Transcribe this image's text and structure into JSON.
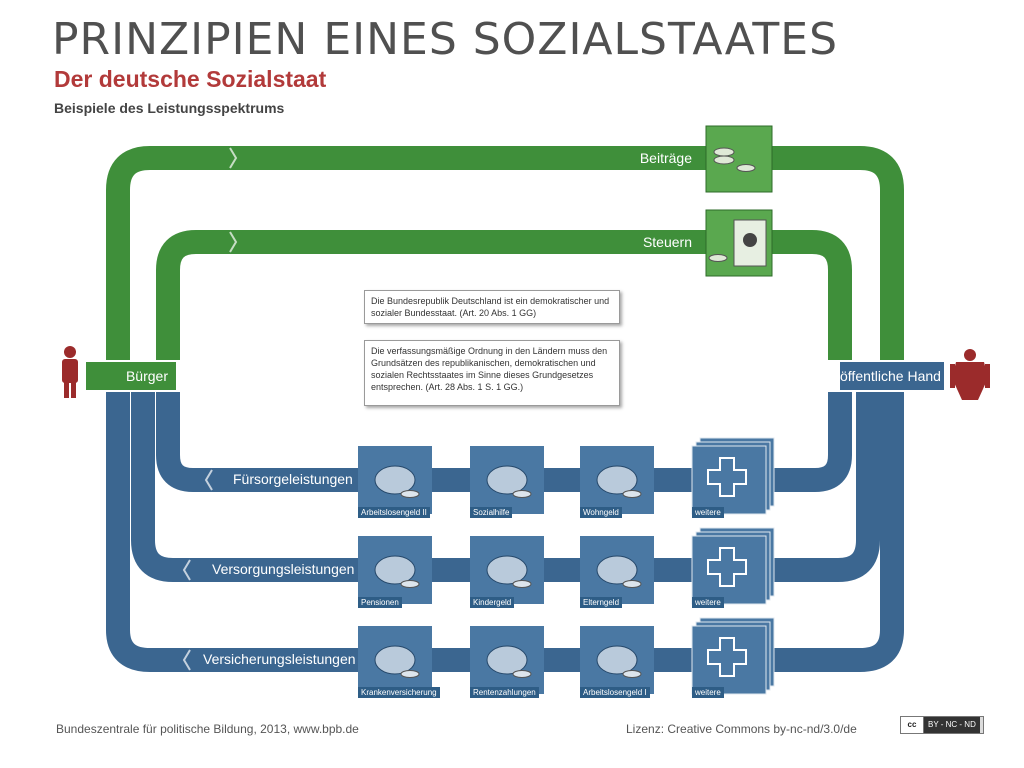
{
  "slide": {
    "title": "PRINZIPIEN EINES SOZIALSTAATES"
  },
  "figure": {
    "title": "Der deutsche Sozialstaat",
    "subtitle": "Beispiele des Leistungsspektrums"
  },
  "colors": {
    "green": "#3f8f3a",
    "blue": "#3b6690",
    "title_red": "#b23a3a"
  },
  "nodes": {
    "citizen": {
      "label": "Bürger",
      "icon": "person-icon"
    },
    "public_hand": {
      "label": "öffentliche Hand",
      "icon": "federal-eagle-icon"
    }
  },
  "inflows": [
    {
      "label": "Beiträge",
      "icon": "coins-icon"
    },
    {
      "label": "Steuern",
      "icon": "tax-box-eagle-icon"
    }
  ],
  "notes": [
    "Die Bundesrepublik Deutschland ist ein demokratischer und sozialer Bundesstaat. (Art. 20 Abs. 1 GG)",
    "Die verfassungsmäßige Ordnung in den Ländern muss den Grundsätzen des republikanischen, demokratischen und sozialen Rechtsstaates im Sinne dieses Grundgesetzes entsprechen. (Art. 28 Abs. 1 S. 1 GG.)"
  ],
  "outflows": [
    {
      "label": "Fürsorgeleistungen",
      "items": [
        {
          "label": "Arbeitslosengeld II",
          "icon": "employment-agency-icon"
        },
        {
          "label": "Sozialhilfe",
          "icon": "coins-icon"
        },
        {
          "label": "Wohngeld",
          "icon": "house-key-icon"
        },
        {
          "label": "weitere",
          "icon": "plus-cube-icon"
        }
      ]
    },
    {
      "label": "Versorgungsleistungen",
      "items": [
        {
          "label": "Pensionen",
          "icon": "money-stack-icon"
        },
        {
          "label": "Kindergeld",
          "icon": "teddy-bear-icon"
        },
        {
          "label": "Elterngeld",
          "icon": "baby-bottle-icon"
        },
        {
          "label": "weitere",
          "icon": "plus-cube-icon"
        }
      ]
    },
    {
      "label": "Versicherungsleistungen",
      "items": [
        {
          "label": "Krankenversicherung",
          "icon": "pills-icon"
        },
        {
          "label": "Rentenzahlungen",
          "icon": "money-stack-icon"
        },
        {
          "label": "Arbeitslosengeld I",
          "icon": "employment-agency-icon"
        },
        {
          "label": "weitere",
          "icon": "plus-cube-icon"
        }
      ]
    }
  ],
  "footer": {
    "source": "Bundeszentrale für politische Bildung, 2013, www.bpb.de",
    "license": "Lizenz: Creative Commons by-nc-nd/3.0/de",
    "badge_cc": "cc",
    "badge_rest": "BY - NC - ND"
  }
}
